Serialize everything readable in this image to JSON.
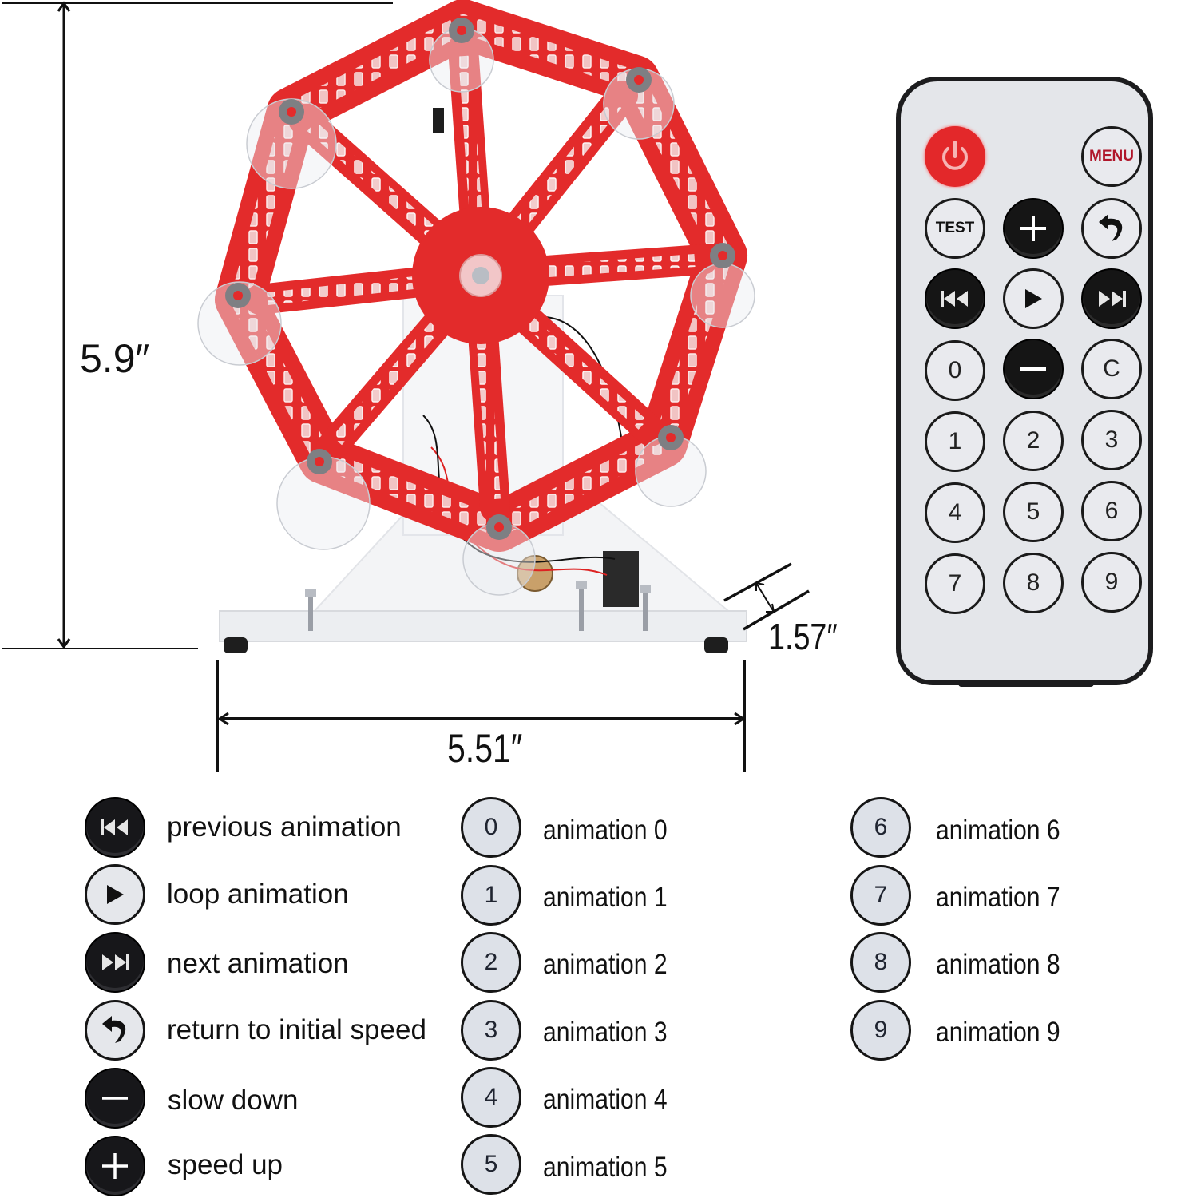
{
  "dimensions": {
    "height": "5.9″",
    "width": "5.51″",
    "depth": "1.57″"
  },
  "product": {
    "name": "ferris-wheel-led-kit",
    "pcb_color": "#e32b2b",
    "wheel_spokes": 8,
    "gondolas": 8
  },
  "remote": {
    "body_color": "#e4e6ea",
    "frame_color": "#1c1c1e",
    "buttons": {
      "power": {
        "icon": "power-icon",
        "color": "#e3282a"
      },
      "menu": {
        "label": "MENU"
      },
      "test": {
        "label": "TEST"
      },
      "plus": {
        "icon": "plus-icon"
      },
      "return": {
        "icon": "return-arrow-icon"
      },
      "prev": {
        "icon": "previous-icon"
      },
      "play": {
        "icon": "play-icon"
      },
      "next": {
        "icon": "next-icon"
      },
      "zero": {
        "label": "0"
      },
      "minus": {
        "icon": "minus-icon"
      },
      "clear": {
        "label": "C"
      },
      "digits": [
        "1",
        "2",
        "3",
        "4",
        "5",
        "6",
        "7",
        "8",
        "9"
      ]
    }
  },
  "legend": {
    "controls": [
      {
        "icon": "previous-icon",
        "label": "previous animation"
      },
      {
        "icon": "play-icon",
        "label": "loop animation"
      },
      {
        "icon": "next-icon",
        "label": "next animation"
      },
      {
        "icon": "return-arrow-icon",
        "label": "return to initial speed"
      },
      {
        "icon": "minus-icon",
        "label": "slow down"
      },
      {
        "icon": "plus-icon",
        "label": "speed up"
      }
    ],
    "numbers_col1": [
      {
        "key": "0",
        "label": "animation 0"
      },
      {
        "key": "1",
        "label": "animation 1"
      },
      {
        "key": "2",
        "label": "animation 2"
      },
      {
        "key": "3",
        "label": "animation 3"
      },
      {
        "key": "4",
        "label": "animation 4"
      },
      {
        "key": "5",
        "label": "animation 5"
      }
    ],
    "numbers_col2": [
      {
        "key": "6",
        "label": "animation 6"
      },
      {
        "key": "7",
        "label": "animation 7"
      },
      {
        "key": "8",
        "label": "animation 8"
      },
      {
        "key": "9",
        "label": "animation 9"
      }
    ]
  }
}
